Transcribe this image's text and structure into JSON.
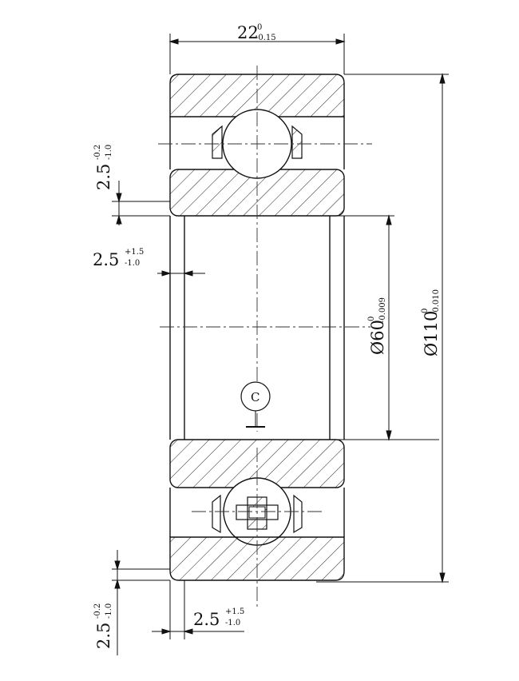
{
  "drawing": {
    "width_dim": {
      "nominal": "22",
      "upper": "0",
      "lower": "-0.15"
    },
    "outer_diameter": {
      "nominal": "Ø110",
      "upper": "0",
      "lower": "-0.010"
    },
    "inner_diameter": {
      "nominal": "Ø60",
      "upper": "0",
      "lower": "-0.009"
    },
    "chamfer_outer_top": {
      "nominal": "2.5",
      "upper": "-0.2",
      "lower": "-1.0"
    },
    "chamfer_inner_top": {
      "nominal": "2.5",
      "upper": "+1.5",
      "lower": "-1.0"
    },
    "chamfer_outer_bottom": {
      "nominal": "2.5",
      "upper": "-0.2",
      "lower": "-1.0"
    },
    "chamfer_inner_bottom": {
      "nominal": "2.5",
      "upper": "+1.5",
      "lower": "-1.0"
    },
    "datum_label": "C"
  }
}
